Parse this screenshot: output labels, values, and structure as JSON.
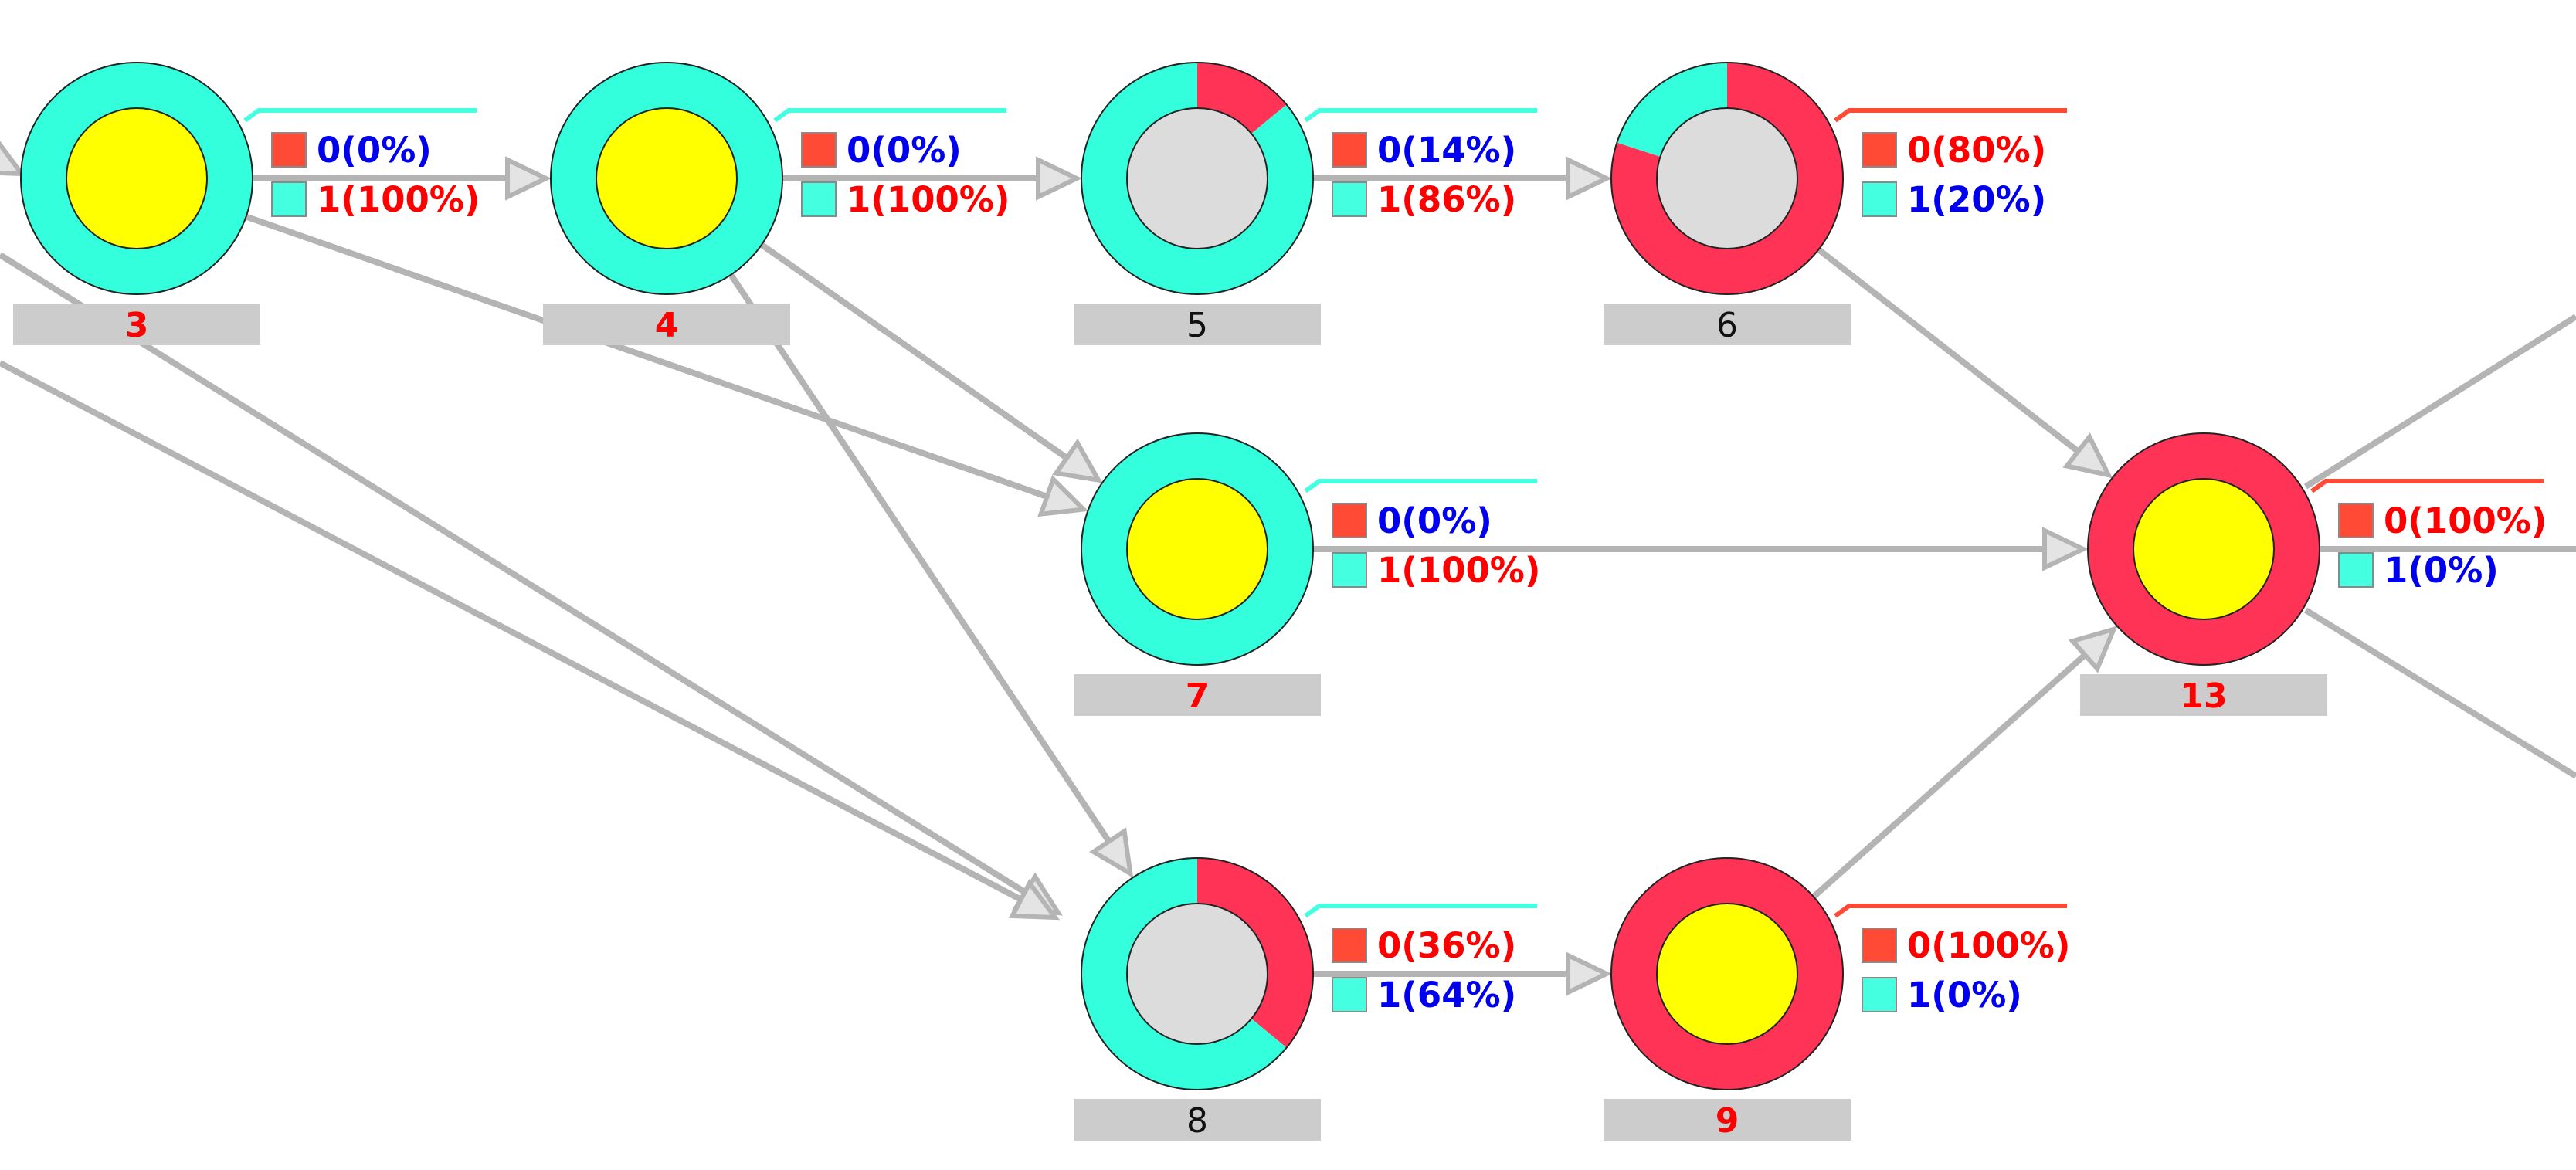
{
  "colors": {
    "state0": "#ff3355",
    "state1": "#33ffdd",
    "swatch0": "#ff4a36",
    "swatch1": "#44ffe0",
    "core_observed": "#ffff00",
    "core_unobserved": "#dcdcdc",
    "text_red": "#ff0000",
    "text_blue": "#0000ee",
    "text_black": "#111111",
    "edge": "#b4b4b4",
    "label_bar": "#cccccc"
  },
  "nodes": [
    {
      "id": "n3",
      "label": "3",
      "observed": true,
      "label_color": "red",
      "p0": 0,
      "p1": 100,
      "row0": {
        "text": "0(0%)",
        "color": "blue"
      },
      "row1": {
        "text": "1(100%)",
        "color": "red"
      }
    },
    {
      "id": "n4",
      "label": "4",
      "observed": true,
      "label_color": "red",
      "p0": 0,
      "p1": 100,
      "row0": {
        "text": "0(0%)",
        "color": "blue"
      },
      "row1": {
        "text": "1(100%)",
        "color": "red"
      }
    },
    {
      "id": "n5",
      "label": "5",
      "observed": false,
      "label_color": "black",
      "p0": 14,
      "p1": 86,
      "row0": {
        "text": "0(14%)",
        "color": "blue"
      },
      "row1": {
        "text": "1(86%)",
        "color": "red"
      }
    },
    {
      "id": "n6",
      "label": "6",
      "observed": false,
      "label_color": "black",
      "p0": 80,
      "p1": 20,
      "row0": {
        "text": "0(80%)",
        "color": "red"
      },
      "row1": {
        "text": "1(20%)",
        "color": "blue"
      }
    },
    {
      "id": "n7",
      "label": "7",
      "observed": true,
      "label_color": "red",
      "p0": 0,
      "p1": 100,
      "row0": {
        "text": "0(0%)",
        "color": "blue"
      },
      "row1": {
        "text": "1(100%)",
        "color": "red"
      }
    },
    {
      "id": "n8",
      "label": "8",
      "observed": false,
      "label_color": "black",
      "p0": 36,
      "p1": 64,
      "row0": {
        "text": "0(36%)",
        "color": "red"
      },
      "row1": {
        "text": "1(64%)",
        "color": "blue"
      }
    },
    {
      "id": "n9",
      "label": "9",
      "observed": true,
      "label_color": "red",
      "p0": 100,
      "p1": 0,
      "row0": {
        "text": "0(100%)",
        "color": "red"
      },
      "row1": {
        "text": "1(0%)",
        "color": "blue"
      }
    },
    {
      "id": "n13",
      "label": "13",
      "observed": true,
      "label_color": "red",
      "p0": 100,
      "p1": 0,
      "row0": {
        "text": "0(100%)",
        "color": "red"
      },
      "row1": {
        "text": "1(0%)",
        "color": "blue"
      }
    }
  ],
  "edges": [
    {
      "from": "n3",
      "to": "n4"
    },
    {
      "from": "n4",
      "to": "n5"
    },
    {
      "from": "n5",
      "to": "n6"
    },
    {
      "from": "n4",
      "to": "n7"
    },
    {
      "from": "n3",
      "to": "n7"
    },
    {
      "from": "n4",
      "to": "n8"
    },
    {
      "from": "n8",
      "to": "n9"
    },
    {
      "from": "n7",
      "to": "n13"
    },
    {
      "from": "n6",
      "to": "n13"
    },
    {
      "from": "n9",
      "to": "n13"
    }
  ]
}
